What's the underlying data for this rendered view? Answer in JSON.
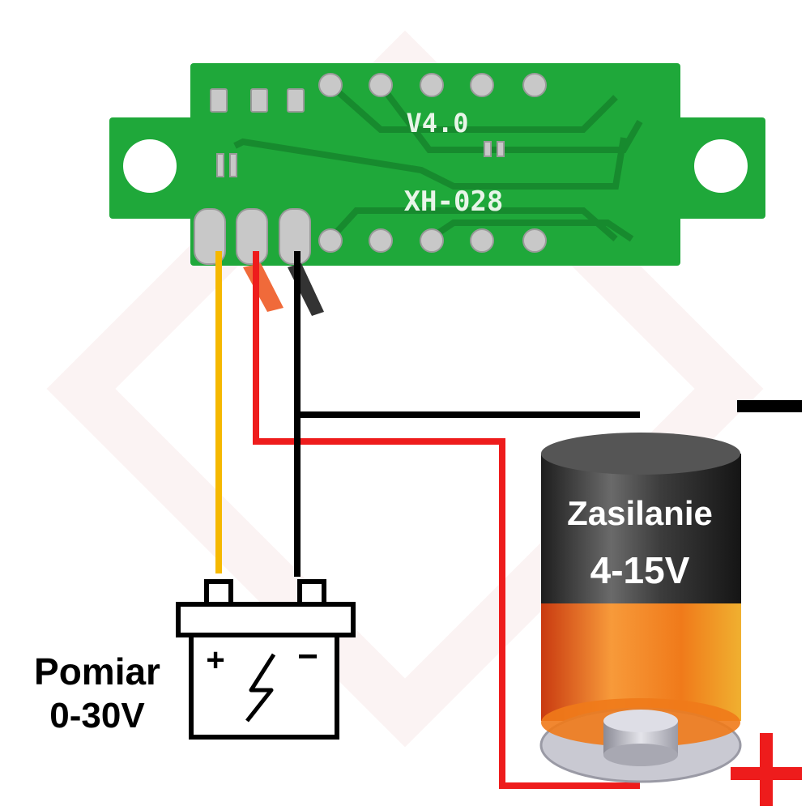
{
  "pcb": {
    "version_label": "V4.0",
    "model_label": "XH-028",
    "color": "#1fa83a"
  },
  "wires": {
    "measure_color": "#f5b800",
    "positive_color": "#ee1c1c",
    "negative_color": "#000000"
  },
  "measure_battery": {
    "plus_sign": "+",
    "minus_sign": "−",
    "label_line1": "Pomiar",
    "label_line2": "0-30V"
  },
  "supply_battery": {
    "label_line1": "Zasilanie",
    "label_line2": "4-15V",
    "top_color": "#3a3a3a",
    "bottom_color": "#f07a1a"
  },
  "polarity": {
    "negative": "−",
    "positive": "+"
  }
}
